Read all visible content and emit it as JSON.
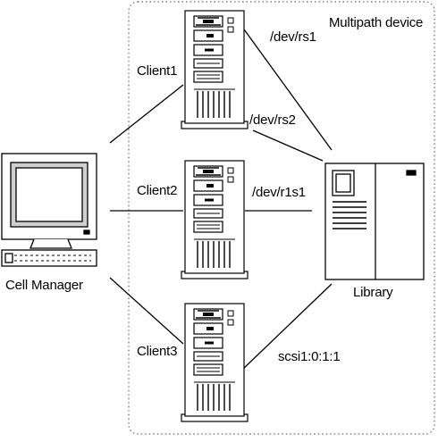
{
  "group": {
    "label": "Multipath device"
  },
  "cell_manager": {
    "label": "Cell Manager"
  },
  "library": {
    "label": "Library"
  },
  "clients": [
    {
      "label": "Client1"
    },
    {
      "label": "Client2"
    },
    {
      "label": "Client3"
    }
  ],
  "paths": {
    "rs1": "/dev/rs1",
    "rs2": "/dev/rs2",
    "r1s1": "/dev/r1s1",
    "scsi": "scsi1:0:1:1"
  }
}
